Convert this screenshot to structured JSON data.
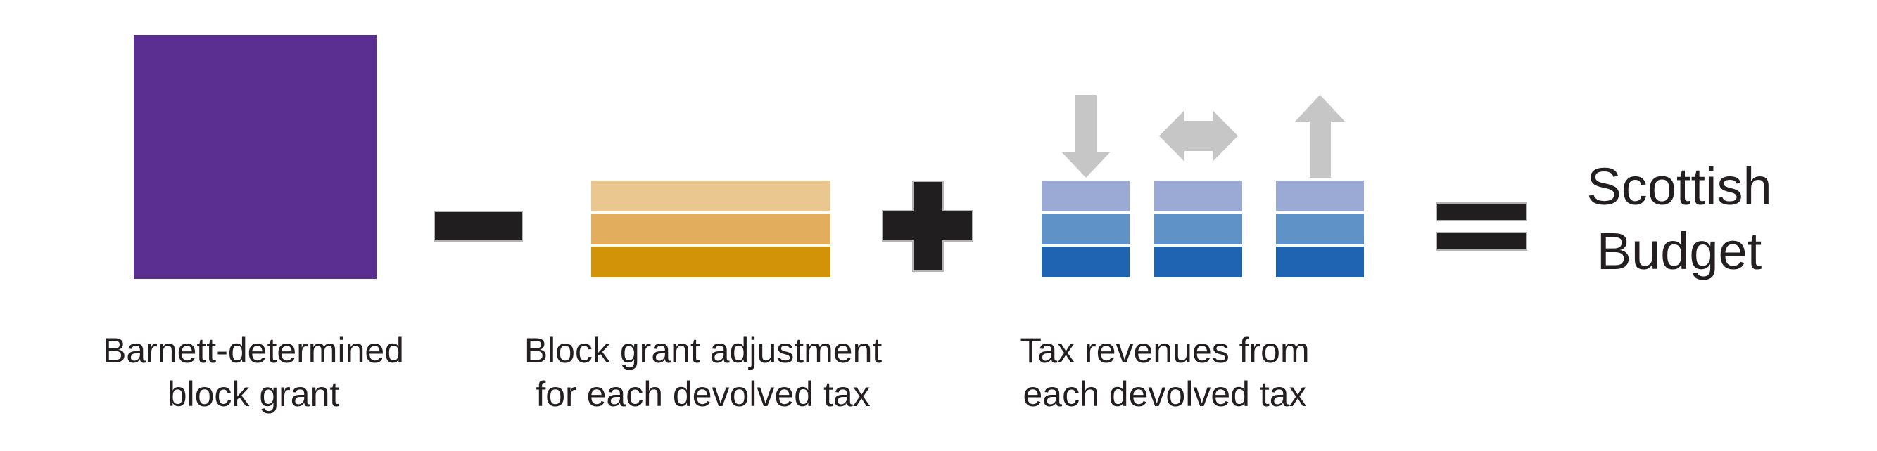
{
  "colors": {
    "background": "#FFFFFF",
    "text": "#231F20",
    "operator_black": "#211E1F",
    "operator_border": "#B3B3B3",
    "arrow_gray": "#C6C6C6",
    "block_grant_purple": "#5A2F91",
    "bga_orange_light": "#E9C78F",
    "bga_orange_mid": "#E2AE5E",
    "bga_orange_dark": "#D29309",
    "tax_blue_light": "#9BA9D5",
    "tax_blue_mid": "#5F93C7",
    "tax_blue_dark": "#1E64B2"
  },
  "equation": {
    "term1": {
      "label_line1": "Barnett-determined",
      "label_line2": "block grant"
    },
    "operator1": "minus",
    "term2": {
      "label_line1": "Block grant adjustment",
      "label_line2": "for each devolved tax"
    },
    "operator2": "plus",
    "term3": {
      "label_line1": "Tax revenues from",
      "label_line2": "each devolved tax",
      "arrows": [
        "down-arrow",
        "left-right-arrow",
        "up-arrow"
      ]
    },
    "operator3": "equals",
    "result": {
      "line1": "Scottish",
      "line2": "Budget"
    }
  }
}
